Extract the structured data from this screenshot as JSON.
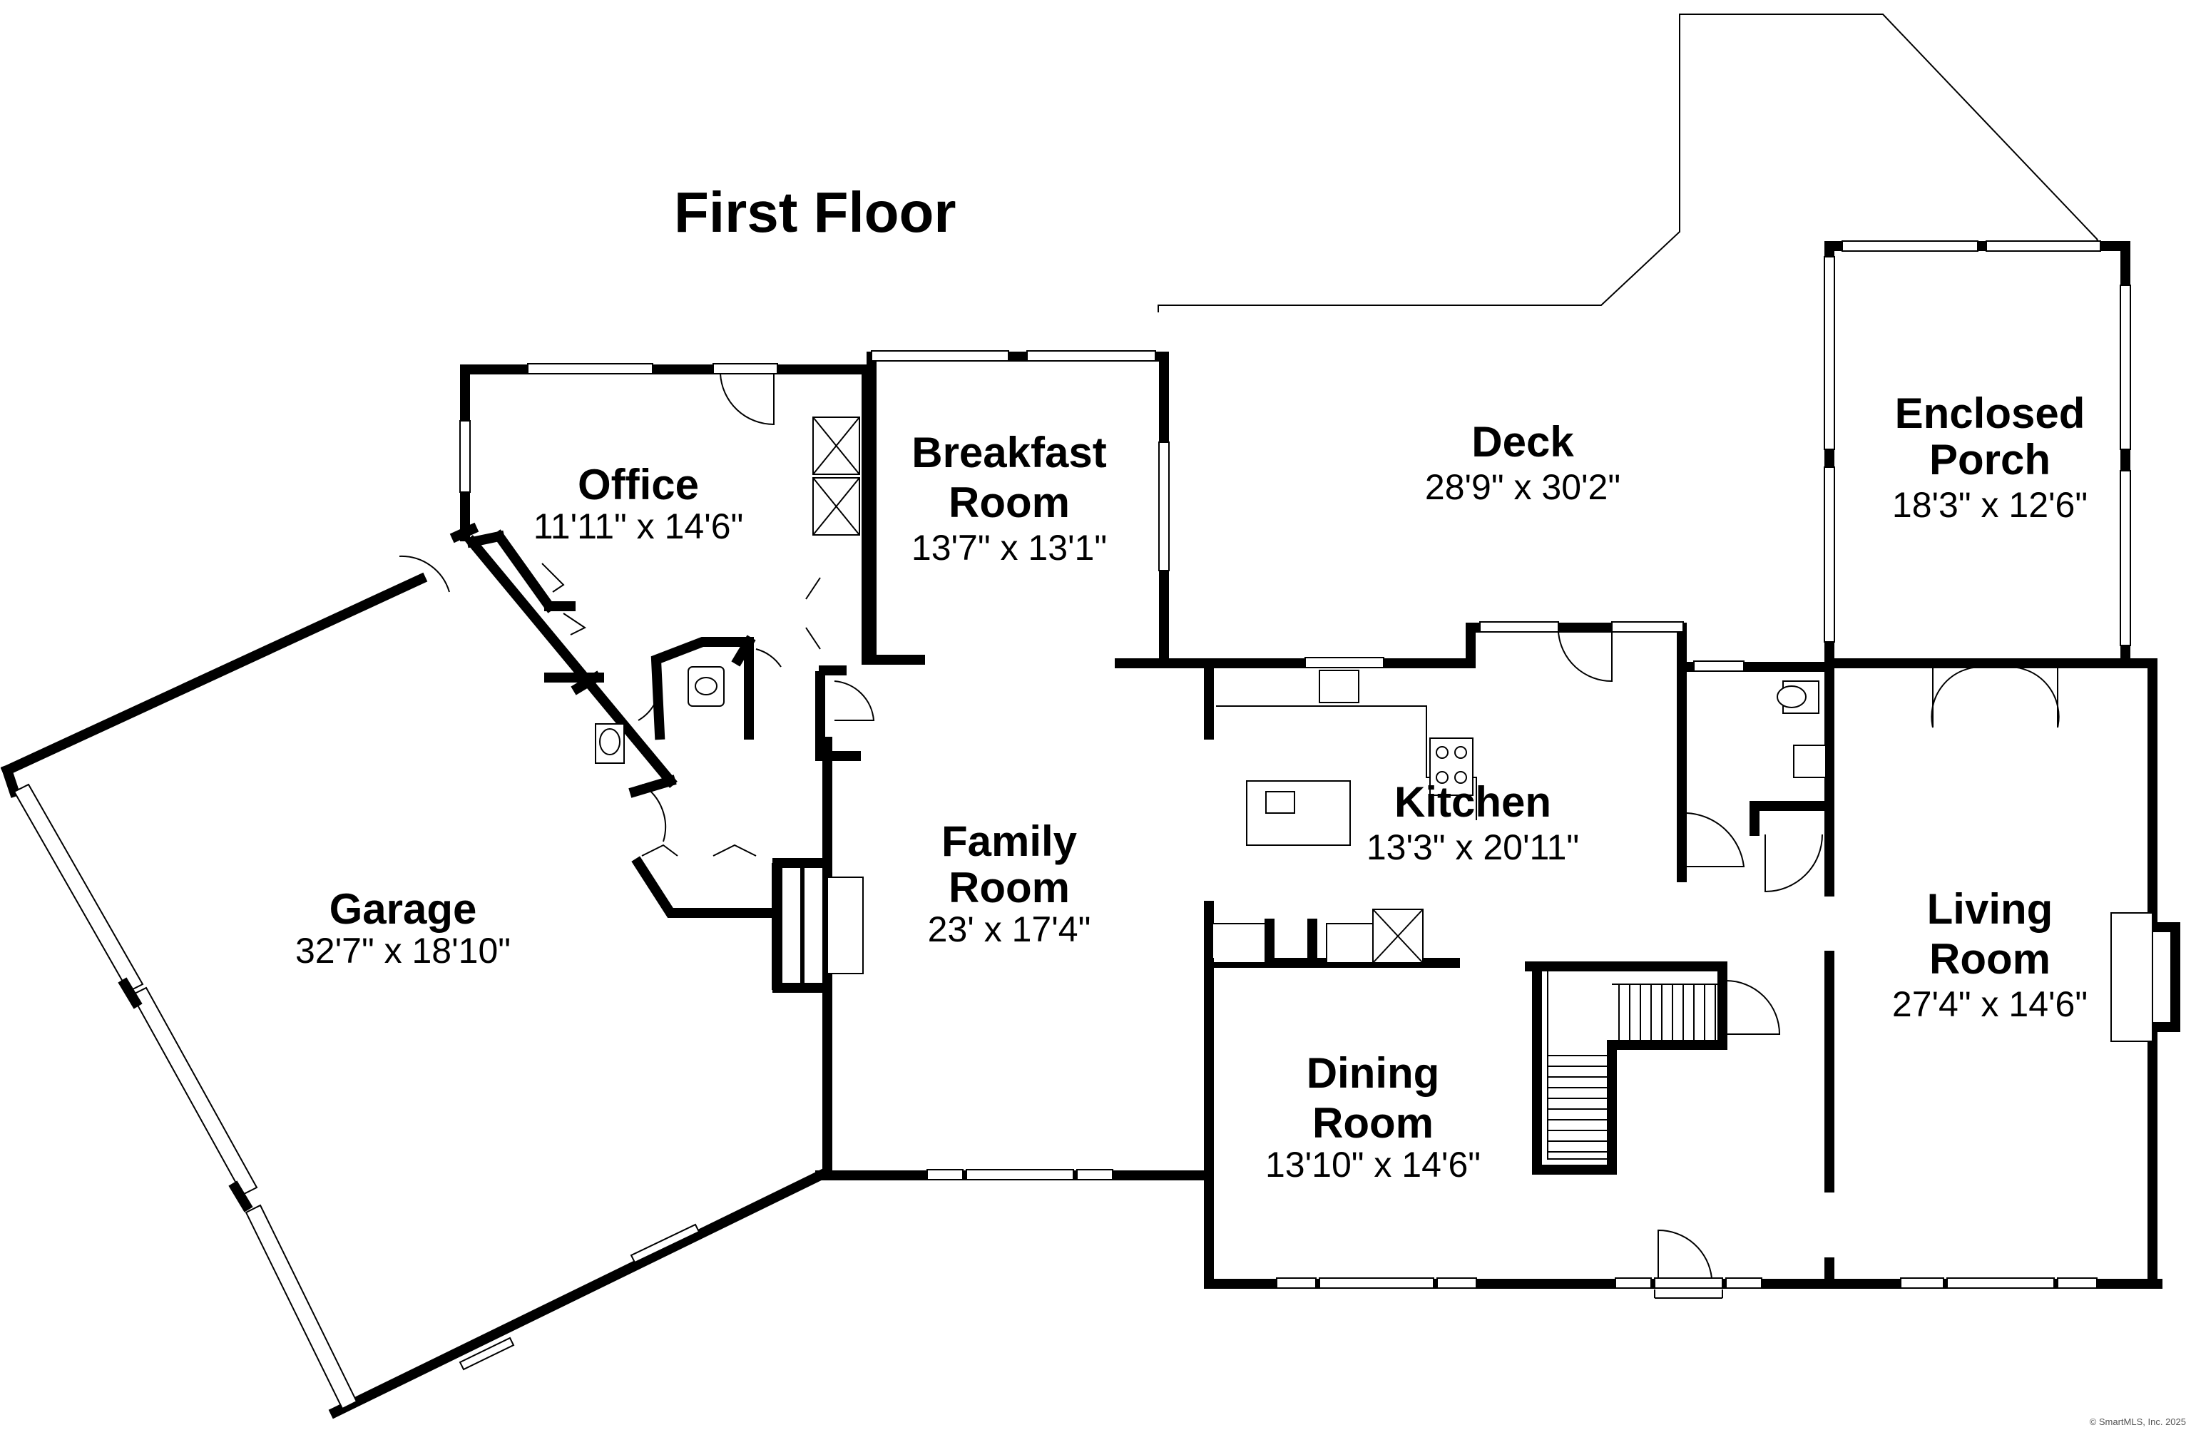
{
  "title": "First Floor",
  "credit": "© SmartMLS, Inc. 2025",
  "rooms": {
    "office": {
      "name": "Office",
      "dims": "11'11\" x 14'6\""
    },
    "breakfast": {
      "name_line1": "Breakfast",
      "name_line2": "Room",
      "dims": "13'7\" x 13'1\""
    },
    "deck": {
      "name": "Deck",
      "dims": "28'9\" x 30'2\""
    },
    "porch": {
      "name_line1": "Enclosed",
      "name_line2": "Porch",
      "dims": "18'3\" x 12'6\""
    },
    "garage": {
      "name": "Garage",
      "dims": "32'7\" x 18'10\""
    },
    "family": {
      "name_line1": "Family",
      "name_line2": "Room",
      "dims": "23' x 17'4\""
    },
    "kitchen": {
      "name": "Kitchen",
      "dims": "13'3\" x 20'11\""
    },
    "living": {
      "name_line1": "Living",
      "name_line2": "Room",
      "dims": "27'4\" x 14'6\""
    },
    "dining": {
      "name_line1": "Dining",
      "name_line2": "Room",
      "dims": "13'10\" x 14'6\""
    }
  }
}
